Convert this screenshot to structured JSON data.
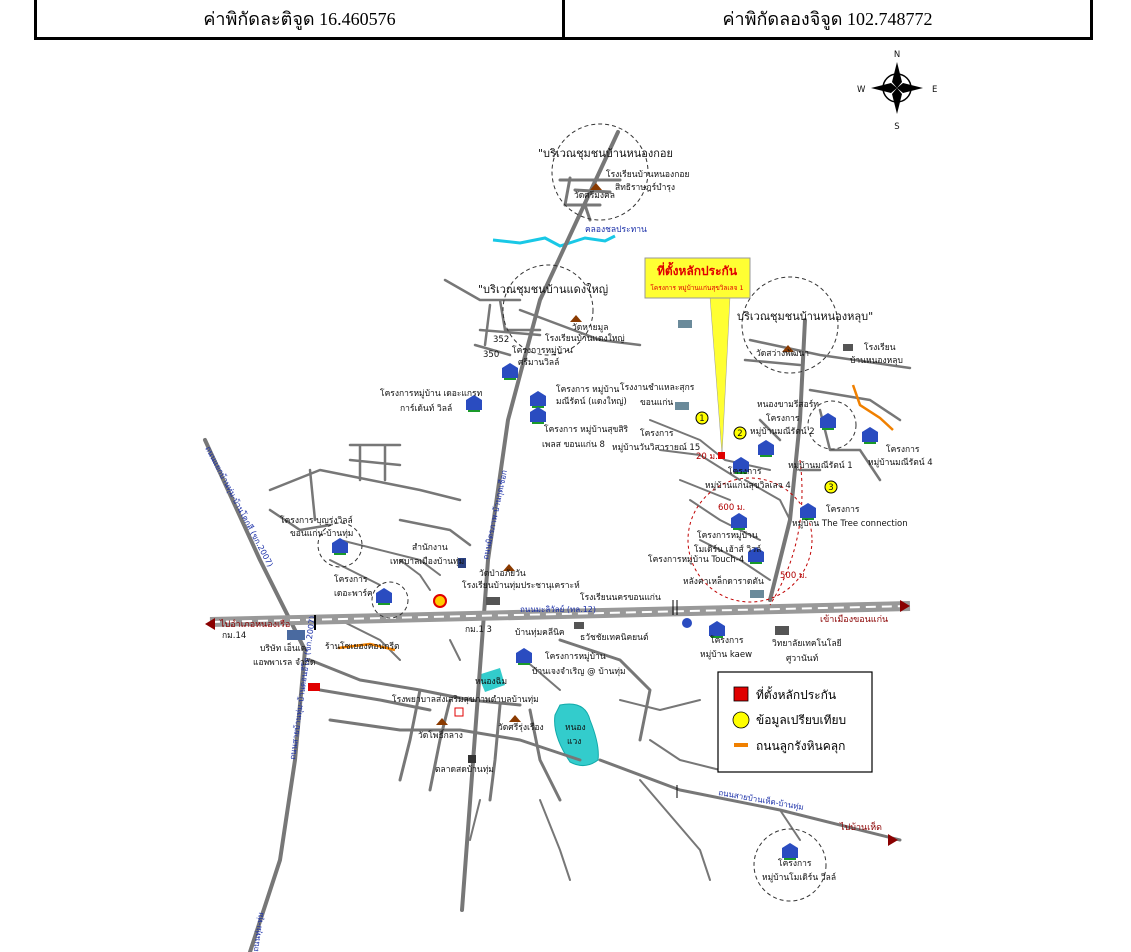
{
  "header": {
    "latitude_label": "ค่าพิกัดละติจูด 16.460576",
    "longitude_label": "ค่าพิกัดลองจิจูด 102.748772"
  },
  "compass": {
    "n": "N",
    "s": "S",
    "e": "E",
    "w": "W"
  },
  "callout": {
    "title": "ที่ตั้งหลักประกัน",
    "subtitle": "โครงการ หมู่บ้านแก่นสุขวิลเลจ 1",
    "bg_color": "#ffff33",
    "title_color": "#e00000"
  },
  "communities": {
    "nong_koi": "\"บริเวณชุมชนบ้านหนองกอย",
    "daeng_yai": "\"บริเวณชุมชนบ้านแดงใหญ่",
    "nong_lup": "บริเวณชุมชนบ้านหนองหลุบ\""
  },
  "labels": {
    "school_nong_koi": "โรงเรียนบ้านหนองกอย",
    "sitthi": "สิทธิราษฎร์บำรุง",
    "wat_mongkhon": "วัดศรีมงคล",
    "canal": "คลองชลประทาน",
    "wat_daeng": "วัดหายมูล",
    "school_daeng": "โรงเรียนบ้านแดงใหญ่",
    "route_352": "352",
    "route_350": "350",
    "proj_sriman_a": "โครงการหมู่บ้าน",
    "proj_sriman_b": "ศรีมานวิลล์",
    "proj_theforest_a": "โครงการหมู่บ้าน เดอะแกรท",
    "proj_theforest_b": "การ์เด้นท์ วิลล์",
    "proj_manee_a": "โครงการ หมู่บ้าน",
    "proj_manee_b": "มณีรัตน์ (แดงใหญ่)",
    "proj_sukhsiri_a": "โครงการ หมู่บ้านสุขสิริ",
    "proj_sukhsiri_b": "เพลส ขอนแก่น 8",
    "factory_a": "โรงงานชำแหละสุกร",
    "factory_b": "ขอนแก่น",
    "point1": "1",
    "point2": "2",
    "point3": "3",
    "proj_wanwisa_a": "โครงการ",
    "proj_wanwisa_b": "หมู่บ้านวันวิสารายณ์ 15",
    "resort": "หนองขามรีสอร์ท",
    "proj_maneerat_a": "โครงการ",
    "proj_maneerat_b": "หมู่บ้านมณีรัตน์ 2",
    "proj_maneerat1": "หมู่บ้านมณีรัตน์ 1",
    "proj_maneerat4_a": "โครงการ",
    "proj_maneerat4_b": "หมู่บ้านมณีรัตน์ 4",
    "dist20": "20 ม.",
    "proj_kaensuk_a": "โครงการ",
    "proj_kaensuk_b": "หมู่บ้านแก่นสุขวิลเลจ 4",
    "dist600": "600 ม.",
    "proj_tree_a": "โครงการ",
    "proj_tree_b": "หมู่บ้าน The Tree connection",
    "proj_modern_a": "โครงการหมู่บ้าน",
    "proj_modern_b": "โมเดิร์น เฮ้าส์ วิวล์",
    "proj_touch": "โครงการหมู่บ้าน Touch-4",
    "dist500": "500 ม.",
    "steel": "หลังคาเหล็กดาราดตัน",
    "school_nonglup_a": "โรงเรียน",
    "school_nonglup_b": "บ้านหนองหลุบ",
    "wat_nonglup": "วัดสว่างพัฒนา",
    "proj_boonsri_a": "โครงการ บุญรุ่งวิลล์",
    "proj_boonsri_b": "ขอนแก่น-บ้านทุ่ม",
    "office_a": "สำนักงาน",
    "office_b": "เทศบาลเมืองบ้านทุ่ม",
    "wat_pa": "วัดป่าอภัยวัน",
    "school_pracha": "โรงเรียนบ้านทุ่มประชานุเคราะห์",
    "school_nakhon": "โรงเรียนนครขอนแก่น",
    "proj_terrace_a": "โครงการ",
    "proj_terrace_b": "เดอะพาร์ค",
    "to_nongruea": "ไปอำเภอหนองเรือ",
    "km14": "กม.14",
    "km13": "กม.1 3",
    "hwy12": "ถนนมะลิวัลย์ (ทล.12)",
    "to_khonkaen": "เข้าเมืองขอนแก่น",
    "clinic": "บ้านทุ่มคลีนิค",
    "eng_co_a": "บริษัท เอ็นเค",
    "eng_co_b": "แอพพาเรล จำกัด",
    "shop": "ร้านโซเยฮงคอนกรีต",
    "dealer": "ธวัชชัยเทคนิคยนต์",
    "proj_kaew_a": "โครงการ",
    "proj_kaew_b": "หมู่บ้าน kaew",
    "college_a": "วิทยาลัยเทคโนโลยี",
    "college_b": "ศูวานันท์",
    "proj_thung_a": "โครงการหมู่บ้าน",
    "proj_thung_b": "บ้านเจงจำเริญ @ บ้านทุ่ม",
    "pond_nongchim": "หนองฉิม",
    "hospital": "โรงพยาบาลส่งเสริมสุขภาพตำบลบ้านทุ่ม",
    "wat_pho": "วัดโพธิ์กลาง",
    "wat_ruang": "วัดศรีรุ่งเรือง",
    "lake_a": "หนอง",
    "lake_b": "แวง",
    "market": "ตลาดสดบ้านทุ่ม",
    "road_baan_het": "ถนนสายบ้านเห็ด-บ้านทุ่ม",
    "to_baan_het": "ไปบ้านเห็ด",
    "proj_modern_ville_a": "โครงการ",
    "proj_modern_ville_b": "หมู่บ้านโมเดิร์น วิลล์",
    "road_left_a": "ถนนแยกบ้านทุ่ม-บ้านโคกสี (ขก.2007)",
    "road_left_b": "ถนนสายบ้านทุ่ม-บ้านดอนอีโต (ขก.2007)",
    "road_to_bottom": "ถนนทุ่ม-ทุ่ม",
    "road_center": "ถนนมิตรภาพ-บ้านกุดเชือก"
  },
  "legend": {
    "item_collateral": "ที่ตั้งหลักประกัน",
    "item_comparison": "ข้อมูลเปรียบเทียบ",
    "item_road": "ถนนลูกรังหินคลุก",
    "collateral_color": "#e00000",
    "comparison_color": "#ffff00",
    "road_color": "#f08000"
  },
  "colors": {
    "road": "#777777",
    "highway": "#999999",
    "water": "#33cccc",
    "canal": "#19c8e6"
  }
}
